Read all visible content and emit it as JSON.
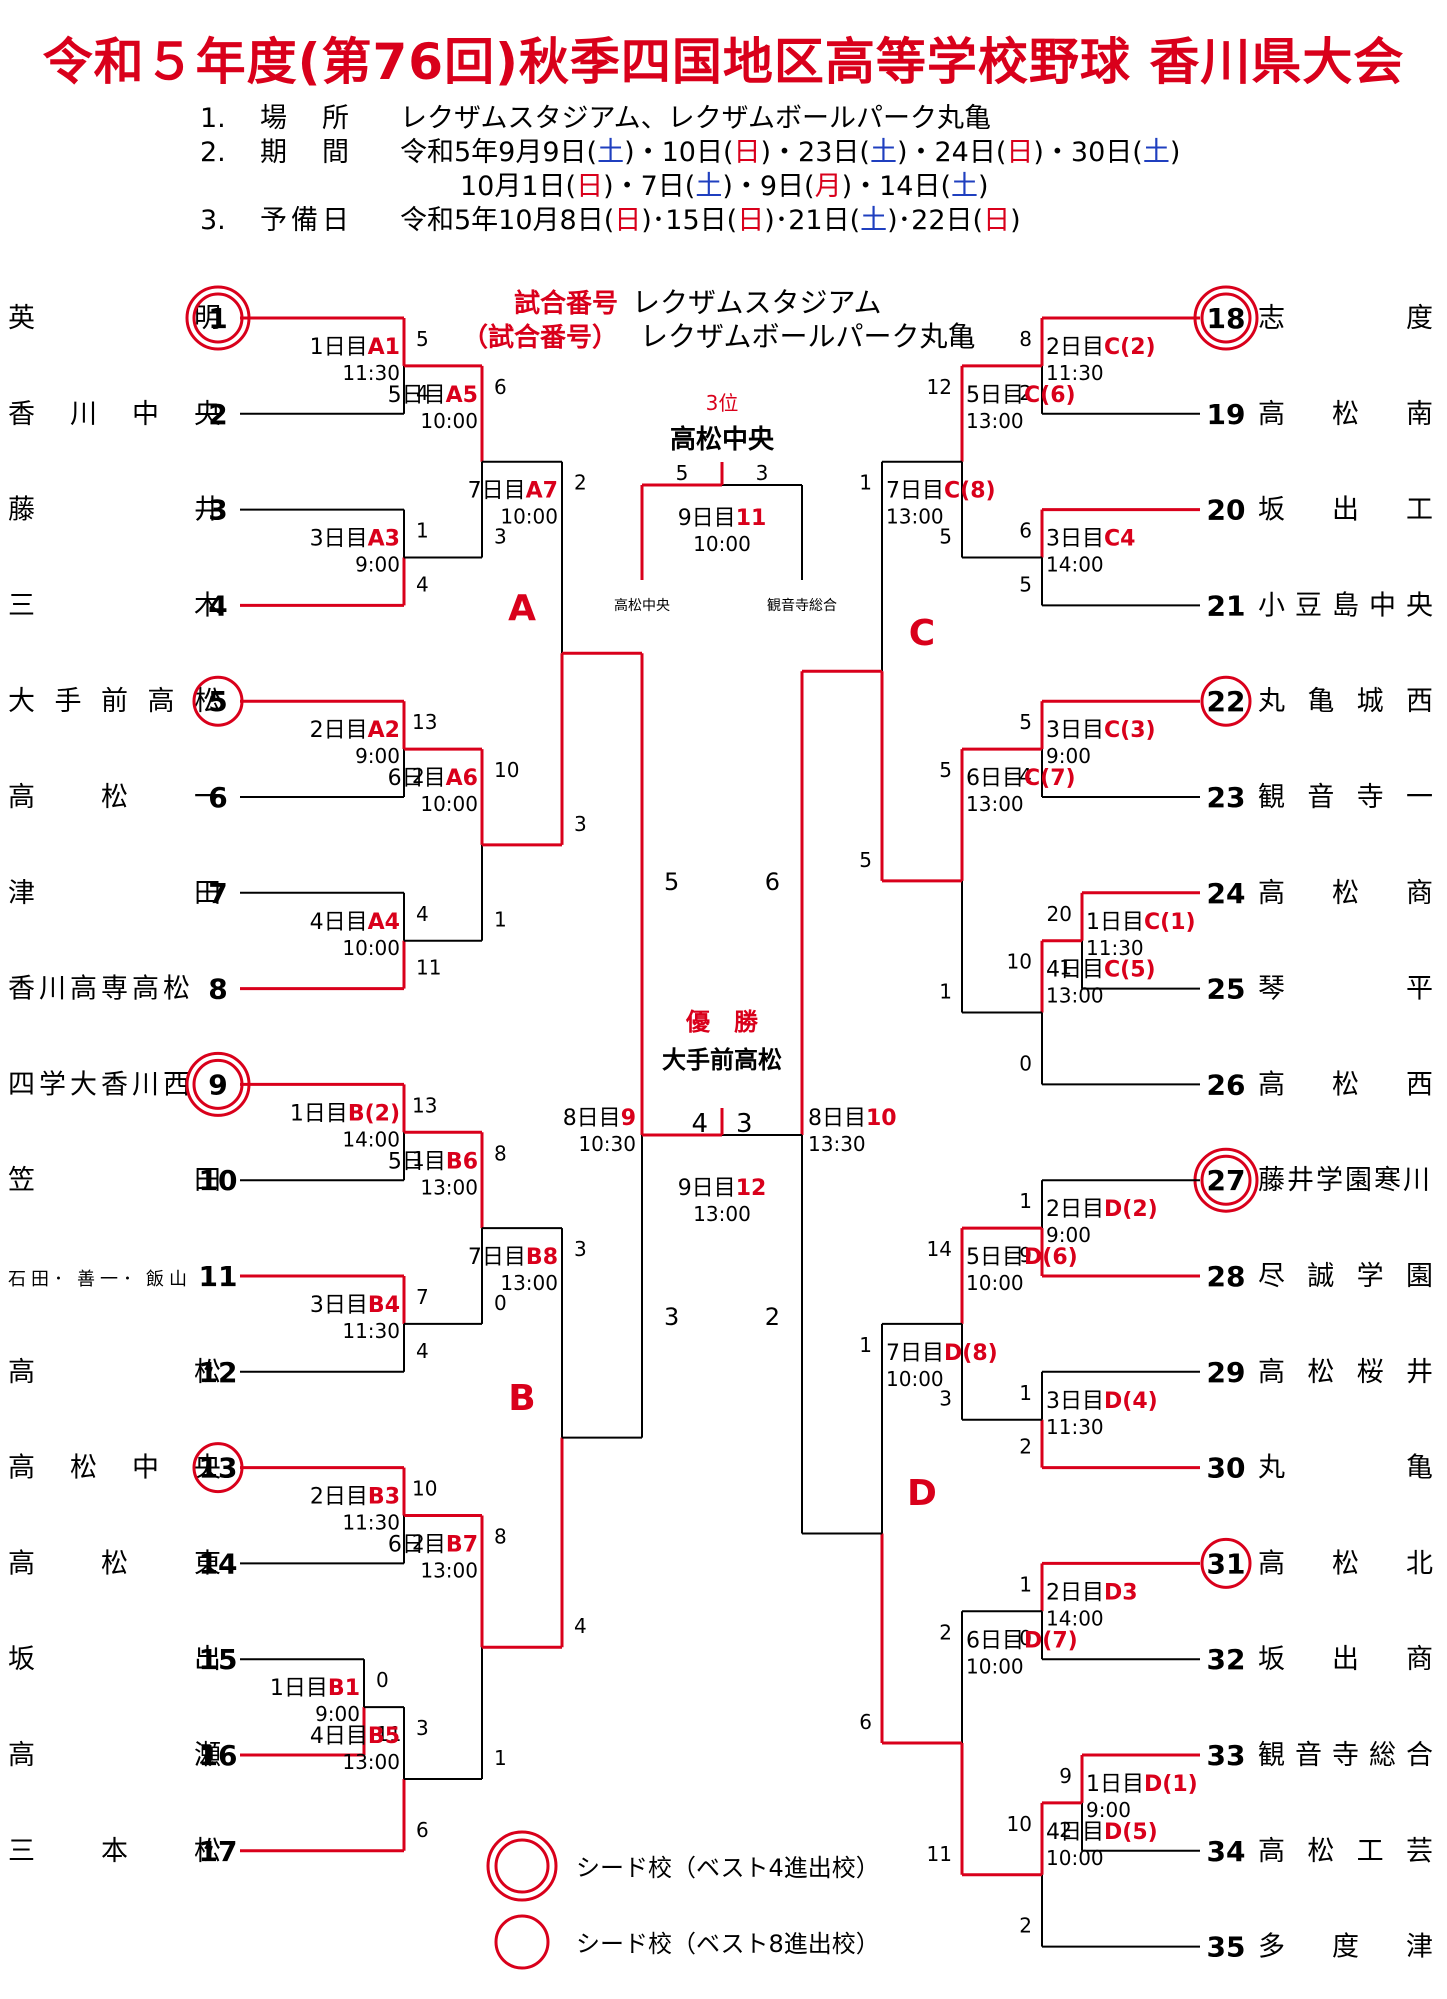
{
  "title": "令和５年度(第76回)秋季四国地区高等学校野球 香川県大会",
  "info": {
    "place": {
      "num": "1.",
      "key": "場　所",
      "val": "レクザムスタジアム、レクザムボールパーク丸亀"
    },
    "period": {
      "num": "2.",
      "key": "期　間",
      "line1": [
        {
          "t": "令和5年9月9日("
        },
        {
          "t": "土",
          "c": "blue"
        },
        {
          "t": ")・10日("
        },
        {
          "t": "日",
          "c": "red"
        },
        {
          "t": ")・23日("
        },
        {
          "t": "土",
          "c": "blue"
        },
        {
          "t": ")・24日("
        },
        {
          "t": "日",
          "c": "red"
        },
        {
          "t": ")・30日("
        },
        {
          "t": "土",
          "c": "blue"
        },
        {
          "t": ")"
        }
      ],
      "line2": [
        {
          "t": "10月1日("
        },
        {
          "t": "日",
          "c": "red"
        },
        {
          "t": ")・7日("
        },
        {
          "t": "土",
          "c": "blue"
        },
        {
          "t": ")・9日("
        },
        {
          "t": "月",
          "c": "red"
        },
        {
          "t": ")・14日("
        },
        {
          "t": "土",
          "c": "blue"
        },
        {
          "t": ")"
        }
      ]
    },
    "reserve": {
      "num": "3.",
      "key": "予備日",
      "line": [
        {
          "t": "令和5年10月8日("
        },
        {
          "t": "日",
          "c": "red"
        },
        {
          "t": ")･15日("
        },
        {
          "t": "日",
          "c": "red"
        },
        {
          "t": ")･21日("
        },
        {
          "t": "土",
          "c": "blue"
        },
        {
          "t": ")･22日("
        },
        {
          "t": "日",
          "c": "red"
        },
        {
          "t": ")"
        }
      ]
    }
  },
  "legend_header": {
    "match_no": "試合番号",
    "stadium": "レクザムスタジアム",
    "match_no_paren": "（試合番号）",
    "park": "レクザムボールパーク丸亀"
  },
  "teams": [
    {
      "n": 1,
      "name": "英明",
      "seed": "best4"
    },
    {
      "n": 2,
      "name": "香川中央"
    },
    {
      "n": 3,
      "name": "藤井"
    },
    {
      "n": 4,
      "name": "三木"
    },
    {
      "n": 5,
      "name": "大手前高松",
      "seed": "best8"
    },
    {
      "n": 6,
      "name": "高松一"
    },
    {
      "n": 7,
      "name": "津田"
    },
    {
      "n": 8,
      "name": "香川高専高松"
    },
    {
      "n": 9,
      "name": "四学大香川西",
      "seed": "best4"
    },
    {
      "n": 10,
      "name": "笠田"
    },
    {
      "n": 11,
      "name": "石田･善一･飯山"
    },
    {
      "n": 12,
      "name": "高松"
    },
    {
      "n": 13,
      "name": "高松中央",
      "seed": "best8"
    },
    {
      "n": 14,
      "name": "高松東"
    },
    {
      "n": 15,
      "name": "坂出"
    },
    {
      "n": 16,
      "name": "高瀬"
    },
    {
      "n": 17,
      "name": "三本松"
    },
    {
      "n": 18,
      "name": "志度",
      "seed": "best4"
    },
    {
      "n": 19,
      "name": "高松南"
    },
    {
      "n": 20,
      "name": "坂出工"
    },
    {
      "n": 21,
      "name": "小豆島中央"
    },
    {
      "n": 22,
      "name": "丸亀城西",
      "seed": "best8"
    },
    {
      "n": 23,
      "name": "観音寺一"
    },
    {
      "n": 24,
      "name": "高松商"
    },
    {
      "n": 25,
      "name": "琴平"
    },
    {
      "n": 26,
      "name": "高松西"
    },
    {
      "n": 27,
      "name": "藤井学園寒川",
      "seed": "best4"
    },
    {
      "n": 28,
      "name": "尽誠学園"
    },
    {
      "n": 29,
      "name": "高松桜井"
    },
    {
      "n": 30,
      "name": "丸亀"
    },
    {
      "n": 31,
      "name": "高松北",
      "seed": "best8"
    },
    {
      "n": 32,
      "name": "坂出商"
    },
    {
      "n": 33,
      "name": "観音寺総合"
    },
    {
      "n": 34,
      "name": "高松工芸"
    },
    {
      "n": 35,
      "name": "多度津"
    }
  ],
  "blocks": [
    "A",
    "B",
    "C",
    "D"
  ],
  "matches": [
    {
      "id": "A1",
      "day": "1日目",
      "code": "A1",
      "time": "11:30",
      "top": "5",
      "bot": "4"
    },
    {
      "id": "A3",
      "day": "3日目",
      "code": "A3",
      "time": "9:00",
      "top": "1",
      "bot": "4"
    },
    {
      "id": "A5",
      "day": "5日目",
      "code": "A5",
      "time": "10:00",
      "top": "6",
      "bot": "3"
    },
    {
      "id": "A2",
      "day": "2日目",
      "code": "A2",
      "time": "9:00",
      "top": "13",
      "bot": "2"
    },
    {
      "id": "A4",
      "day": "4日目",
      "code": "A4",
      "time": "10:00",
      "top": "4",
      "bot": "11"
    },
    {
      "id": "A6",
      "day": "6日目",
      "code": "A6",
      "time": "10:00",
      "top": "10",
      "bot": "1"
    },
    {
      "id": "A7",
      "day": "7日目",
      "code": "A7",
      "time": "10:00",
      "top": "2",
      "bot": "3"
    },
    {
      "id": "B2",
      "day": "1日目",
      "code": "B(2)",
      "time": "14:00",
      "top": "13",
      "bot": "1"
    },
    {
      "id": "B4",
      "day": "3日目",
      "code": "B4",
      "time": "11:30",
      "top": "7",
      "bot": "4"
    },
    {
      "id": "B6",
      "day": "5日目",
      "code": "B6",
      "time": "13:00",
      "top": "8",
      "bot": "0"
    },
    {
      "id": "B3",
      "day": "2日目",
      "code": "B3",
      "time": "11:30",
      "top": "10",
      "bot": "2"
    },
    {
      "id": "B1",
      "day": "1日目",
      "code": "B1",
      "time": "9:00",
      "top": "0",
      "bot": "11"
    },
    {
      "id": "B5",
      "day": "4日目",
      "code": "B5",
      "time": "13:00",
      "top": "3",
      "bot": "6"
    },
    {
      "id": "B7",
      "day": "6日目",
      "code": "B7",
      "time": "13:00",
      "top": "8",
      "bot": "1"
    },
    {
      "id": "B8",
      "day": "7日目",
      "code": "B8",
      "time": "13:00",
      "top": "3",
      "bot": "4"
    },
    {
      "id": "C2",
      "day": "2日目",
      "code": "C(2)",
      "time": "11:30",
      "top": "8",
      "bot": "2"
    },
    {
      "id": "C4",
      "day": "3日目",
      "code": "C4",
      "time": "14:00",
      "top": "6",
      "bot": "5"
    },
    {
      "id": "C6",
      "day": "5日目",
      "code": "C(6)",
      "time": "13:00",
      "top": "12",
      "bot": "5"
    },
    {
      "id": "C3",
      "day": "3日目",
      "code": "C(3)",
      "time": "9:00",
      "top": "5",
      "bot": "4"
    },
    {
      "id": "C1",
      "day": "1日目",
      "code": "C(1)",
      "time": "11:30",
      "top": "20",
      "bot": "1"
    },
    {
      "id": "C5",
      "day": "4日目",
      "code": "C(5)",
      "time": "13:00",
      "top": "10",
      "bot": "0"
    },
    {
      "id": "C7",
      "day": "6日目",
      "code": "C(7)",
      "time": "13:00",
      "top": "5",
      "bot": "1"
    },
    {
      "id": "C8",
      "day": "7日目",
      "code": "C(8)",
      "time": "13:00",
      "top": "1",
      "bot": "5"
    },
    {
      "id": "D2",
      "day": "2日目",
      "code": "D(2)",
      "time": "9:00",
      "top": "1",
      "bot": "9"
    },
    {
      "id": "D4",
      "day": "3日目",
      "code": "D(4)",
      "time": "11:30",
      "top": "1",
      "bot": "2"
    },
    {
      "id": "D6",
      "day": "5日目",
      "code": "D(6)",
      "time": "10:00",
      "top": "14",
      "bot": "3"
    },
    {
      "id": "D3",
      "day": "2日目",
      "code": "D3",
      "time": "14:00",
      "top": "1",
      "bot": "0"
    },
    {
      "id": "D1",
      "day": "1日目",
      "code": "D(1)",
      "time": "9:00",
      "top": "9",
      "bot": "2"
    },
    {
      "id": "D5",
      "day": "4日目",
      "code": "D(5)",
      "time": "10:00",
      "top": "10",
      "bot": "2"
    },
    {
      "id": "D7",
      "day": "6日目",
      "code": "D(7)",
      "time": "10:00",
      "top": "2",
      "bot": "11"
    },
    {
      "id": "D8",
      "day": "7日目",
      "code": "D(8)",
      "time": "10:00",
      "top": "1",
      "bot": "6"
    },
    {
      "id": "M9",
      "day": "8日目",
      "code": "9",
      "time": "10:30"
    },
    {
      "id": "M10",
      "day": "8日目",
      "code": "10",
      "time": "13:30"
    },
    {
      "id": "M11",
      "day": "9日目",
      "code": "11",
      "time": "10:00"
    },
    {
      "id": "M12",
      "day": "9日目",
      "code": "12",
      "time": "13:00"
    }
  ],
  "semis": {
    "m9_top": "5",
    "m9_bot": "3",
    "m10_top": "6",
    "m10_bot": "2"
  },
  "final": {
    "left": "4",
    "right": "3",
    "label": "優　勝",
    "winner": "大手前高松"
  },
  "third": {
    "label": "3位",
    "winner": "高松中央",
    "left": "5",
    "right": "3",
    "left_team": "高松中央",
    "right_team": "観音寺総合"
  },
  "legend": {
    "best4": "シード校（ベスト4進出校）",
    "best8": "シード校（ベスト8進出校）"
  }
}
